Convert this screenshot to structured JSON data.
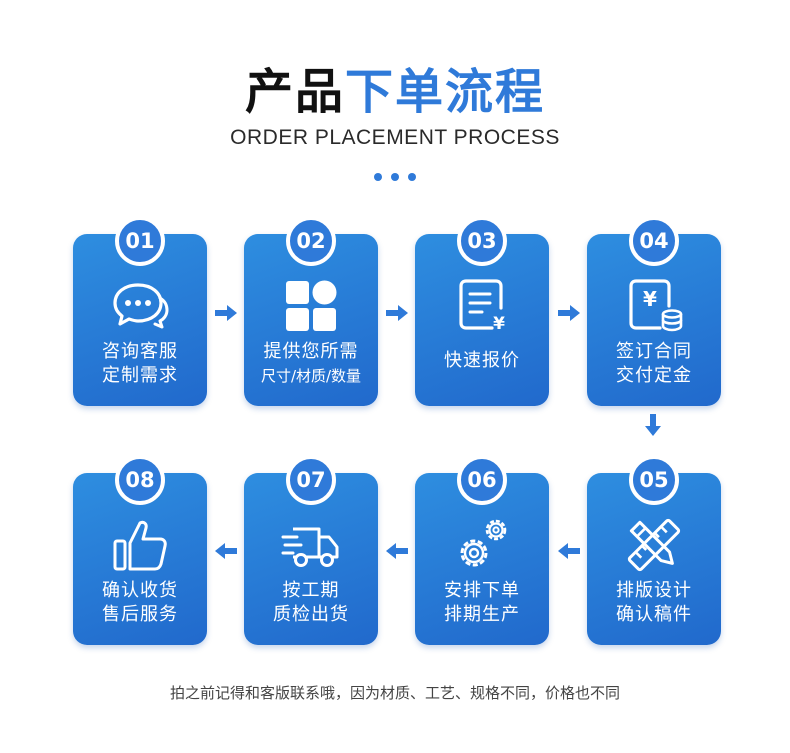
{
  "title": {
    "part1": "产品",
    "part2": "下单流程"
  },
  "subtitle": "ORDER PLACEMENT PROCESS",
  "colors": {
    "accent": "#2f7ad9",
    "card_top": "#2e8ee0",
    "card_bottom": "#2169cc"
  },
  "steps": [
    {
      "number": "01",
      "line1": "咨询客服",
      "line2": "定制需求",
      "icon": "chat-bubbles-icon"
    },
    {
      "number": "02",
      "line1": "提供您所需",
      "line2": "尺寸/材质/数量",
      "icon": "grid-shapes-icon"
    },
    {
      "number": "03",
      "line1": "快速报价",
      "line2": "",
      "icon": "quote-document-icon"
    },
    {
      "number": "04",
      "line1": "签订合同",
      "line2": "交付定金",
      "icon": "contract-yen-icon"
    },
    {
      "number": "05",
      "line1": "排版设计",
      "line2": "确认稿件",
      "icon": "pencil-ruler-icon"
    },
    {
      "number": "06",
      "line1": "安排下单",
      "line2": "排期生产",
      "icon": "gears-icon"
    },
    {
      "number": "07",
      "line1": "按工期",
      "line2": "质检出货",
      "icon": "delivery-truck-icon"
    },
    {
      "number": "08",
      "line1": "确认收货",
      "line2": "售后服务",
      "icon": "thumbs-up-icon"
    }
  ],
  "footer": "拍之前记得和客版联系哦，因为材质、工艺、规格不同，价格也不同"
}
